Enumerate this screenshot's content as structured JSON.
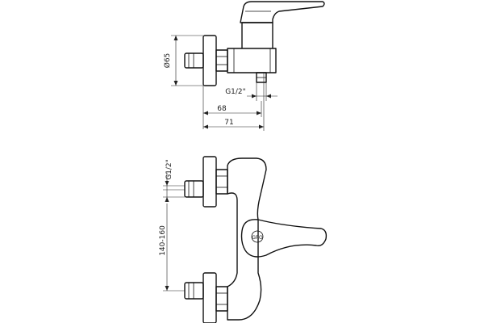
{
  "drawing": {
    "side_view": {
      "diameter_label": "Ø65",
      "thread_label": "G1/2\"",
      "depth_label": "68",
      "total_depth_label": "71"
    },
    "front_view": {
      "thread_label": "G1/2\"",
      "spacing_label": "140-160",
      "logo_text": "GRO"
    }
  }
}
